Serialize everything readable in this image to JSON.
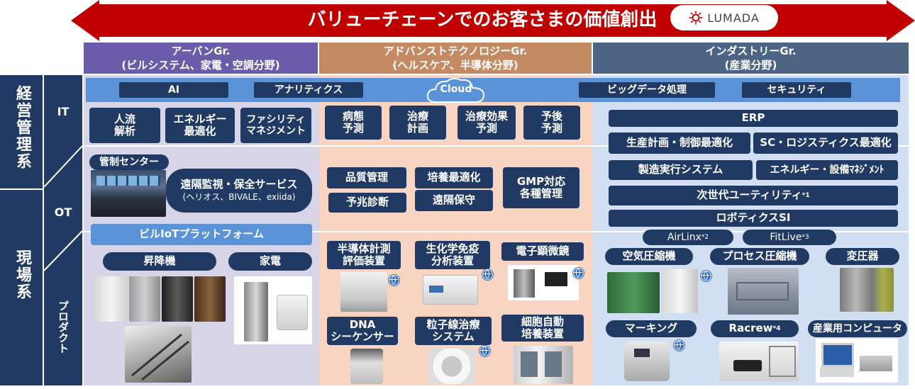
{
  "banner": {
    "title": "バリューチェーンでのお客さまの価値創出",
    "logo_text": "LUMADA"
  },
  "columns": {
    "urban": {
      "line1": "アーバンGr.",
      "line2": "(ビルシステム、家電・空調分野)"
    },
    "advanced": {
      "line1": "アドバンストテクノロジーGr.",
      "line2": "(ヘルスケア、半導体分野)"
    },
    "industry": {
      "line1": "インダストリーGr.",
      "line2": "(産業分野)"
    }
  },
  "rows": {
    "management": "経営管理系",
    "field": "現場系",
    "it": "IT",
    "ot": "OT",
    "product": "プロダクト"
  },
  "it_bar": {
    "ai": "AI",
    "analytics": "アナリティクス",
    "cloud": "Cloud",
    "bigdata": "ビッグデータ処理",
    "security": "セキュリティ"
  },
  "urban_it": [
    "人流\n解析",
    "エネルギー\n最適化",
    "ファシリティ\nマネジメント"
  ],
  "advanced_it": [
    "病態\n予測",
    "治療\n計画",
    "治療効果\n予測",
    "予後\n予測"
  ],
  "industry_it": {
    "erp": "ERP",
    "production": "生産計画・制御最適化",
    "logistics": "SC・ロジスティクス最適化",
    "mes": "製造実行システム",
    "energy": "エネルギー・設備ﾏﾈｼﾞﾒﾝﾄ"
  },
  "urban_ot": {
    "control_center": "管制センター",
    "remote_line1": "遠隔監視・保全サービス",
    "remote_line2": "(ヘリオス、BIVALE、exiida)",
    "iot_platform": "ビルIoTプラットフォーム"
  },
  "advanced_ot": {
    "quality": "品質管理",
    "culture": "培養最適化",
    "gmp": "GMP対応\n各種管理",
    "predict": "予兆診断",
    "remote": "遠隔保守"
  },
  "industry_ot": {
    "utility": "次世代ユーティリティ",
    "utility_note": "*1",
    "robotics": "ロボティクスSI",
    "airlinx": "AirLinx",
    "airlinx_note": "*2",
    "fitlive": "FitLive",
    "fitlive_note": "*3"
  },
  "urban_products": {
    "elevator": "昇降機",
    "appliances": "家電"
  },
  "advanced_products": {
    "semi": "半導体計測\n評価装置",
    "bio": "生化学免疫\n分析装置",
    "em": "電子顕微鏡",
    "dna": "DNA\nシーケンサー",
    "particle": "粒子線治療\nシステム",
    "cell": "細胞自動\n培養装置"
  },
  "industry_products": {
    "air": "空気圧縮機",
    "process": "プロセス圧縮機",
    "transformer": "変圧器",
    "marking": "マーキング",
    "racrew": "Racrew",
    "racrew_note": "*4",
    "computer": "産業用コンピュータ"
  },
  "colors": {
    "banner_red": "#c00000",
    "urban_header": "#6a5ca8",
    "advanced_header": "#c48a63",
    "industry_header": "#4e6485",
    "urban_bg": "#d6d4e6",
    "advanced_bg": "#f7d5c2",
    "industry_bg": "#d2dff3",
    "pill_navy": "#213a63",
    "it_bar_blue": "#5b93d8"
  }
}
